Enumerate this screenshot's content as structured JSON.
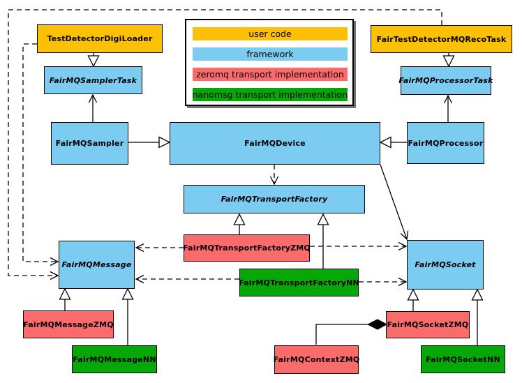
{
  "legend": {
    "items": [
      {
        "label": "user code",
        "color": "#FCC106"
      },
      {
        "label": "framework",
        "color": "#7CCCF2"
      },
      {
        "label": "zeromq transport implementation",
        "color": "#FB6B6B"
      },
      {
        "label": "nanomsg transport implementation",
        "color": "#08A708"
      }
    ]
  },
  "colors": {
    "user_code": "#FCC106",
    "framework": "#7CCCF2",
    "zeromq": "#FB6B6B",
    "nanomsg": "#08A708",
    "border": "#000000",
    "background": "#FFFFFF"
  },
  "nodes": {
    "testDetectorDigiLoader": {
      "label": "TestDetectorDigiLoader",
      "category": "user code",
      "abstract": false
    },
    "fairTestDetectorMQRecoTask": {
      "label": "FairTestDetectorMQRecoTask",
      "category": "user code",
      "abstract": false
    },
    "fairMQSamplerTask": {
      "label": "FairMQSamplerTask",
      "category": "framework",
      "abstract": true
    },
    "fairMQProcessorTask": {
      "label": "FairMQProcessorTask",
      "category": "framework",
      "abstract": true
    },
    "fairMQSampler": {
      "label": "FairMQSampler",
      "category": "framework",
      "abstract": false
    },
    "fairMQDevice": {
      "label": "FairMQDevice",
      "category": "framework",
      "abstract": false
    },
    "fairMQProcessor": {
      "label": "FairMQProcessor",
      "category": "framework",
      "abstract": false
    },
    "fairMQTransportFactory": {
      "label": "FairMQTransportFactory",
      "category": "framework",
      "abstract": true
    },
    "fairMQTransportFactoryZMQ": {
      "label": "FairMQTransportFactoryZMQ",
      "category": "zeromq",
      "abstract": false
    },
    "fairMQTransportFactoryNN": {
      "label": "FairMQTransportFactoryNN",
      "category": "nanomsg",
      "abstract": false
    },
    "fairMQMessage": {
      "label": "FairMQMessage",
      "category": "framework",
      "abstract": true
    },
    "fairMQSocket": {
      "label": "FairMQSocket",
      "category": "framework",
      "abstract": true
    },
    "fairMQMessageZMQ": {
      "label": "FairMQMessageZMQ",
      "category": "zeromq",
      "abstract": false
    },
    "fairMQMessageNN": {
      "label": "FairMQMessageNN",
      "category": "nanomsg",
      "abstract": false
    },
    "fairMQSocketZMQ": {
      "label": "FairMQSocketZMQ",
      "category": "zeromq",
      "abstract": false
    },
    "fairMQSocketNN": {
      "label": "FairMQSocketNN",
      "category": "nanomsg",
      "abstract": false
    },
    "fairMQContextZMQ": {
      "label": "FairMQContextZMQ",
      "category": "zeromq",
      "abstract": false
    }
  },
  "edges": [
    {
      "from": "TestDetectorDigiLoader",
      "to": "FairMQSamplerTask",
      "type": "generalization"
    },
    {
      "from": "FairTestDetectorMQRecoTask",
      "to": "FairMQProcessorTask",
      "type": "generalization"
    },
    {
      "from": "FairMQSampler",
      "to": "FairMQDevice",
      "type": "generalization"
    },
    {
      "from": "FairMQProcessor",
      "to": "FairMQDevice",
      "type": "generalization"
    },
    {
      "from": "FairMQSampler",
      "to": "FairMQSamplerTask",
      "type": "association"
    },
    {
      "from": "FairMQProcessor",
      "to": "FairMQProcessorTask",
      "type": "association"
    },
    {
      "from": "FairMQDevice",
      "to": "FairMQTransportFactory",
      "type": "dependency"
    },
    {
      "from": "FairMQDevice",
      "to": "FairMQSocket",
      "type": "association"
    },
    {
      "from": "FairMQTransportFactoryZMQ",
      "to": "FairMQTransportFactory",
      "type": "generalization"
    },
    {
      "from": "FairMQTransportFactoryNN",
      "to": "FairMQTransportFactory",
      "type": "generalization"
    },
    {
      "from": "FairMQTransportFactoryZMQ",
      "to": "FairMQMessage",
      "type": "dependency"
    },
    {
      "from": "FairMQTransportFactoryNN",
      "to": "FairMQMessage",
      "type": "dependency"
    },
    {
      "from": "FairMQTransportFactoryZMQ",
      "to": "FairMQSocket",
      "type": "dependency"
    },
    {
      "from": "FairMQTransportFactoryNN",
      "to": "FairMQSocket",
      "type": "dependency"
    },
    {
      "from": "TestDetectorDigiLoader",
      "to": "FairMQMessage",
      "type": "dependency"
    },
    {
      "from": "FairTestDetectorMQRecoTask",
      "to": "FairMQMessage",
      "type": "dependency"
    },
    {
      "from": "FairMQMessageZMQ",
      "to": "FairMQMessage",
      "type": "generalization"
    },
    {
      "from": "FairMQMessageNN",
      "to": "FairMQMessage",
      "type": "generalization"
    },
    {
      "from": "FairMQSocketZMQ",
      "to": "FairMQSocket",
      "type": "generalization"
    },
    {
      "from": "FairMQSocketNN",
      "to": "FairMQSocket",
      "type": "generalization"
    },
    {
      "from": "FairMQSocketZMQ",
      "to": "FairMQContextZMQ",
      "type": "composition"
    }
  ]
}
